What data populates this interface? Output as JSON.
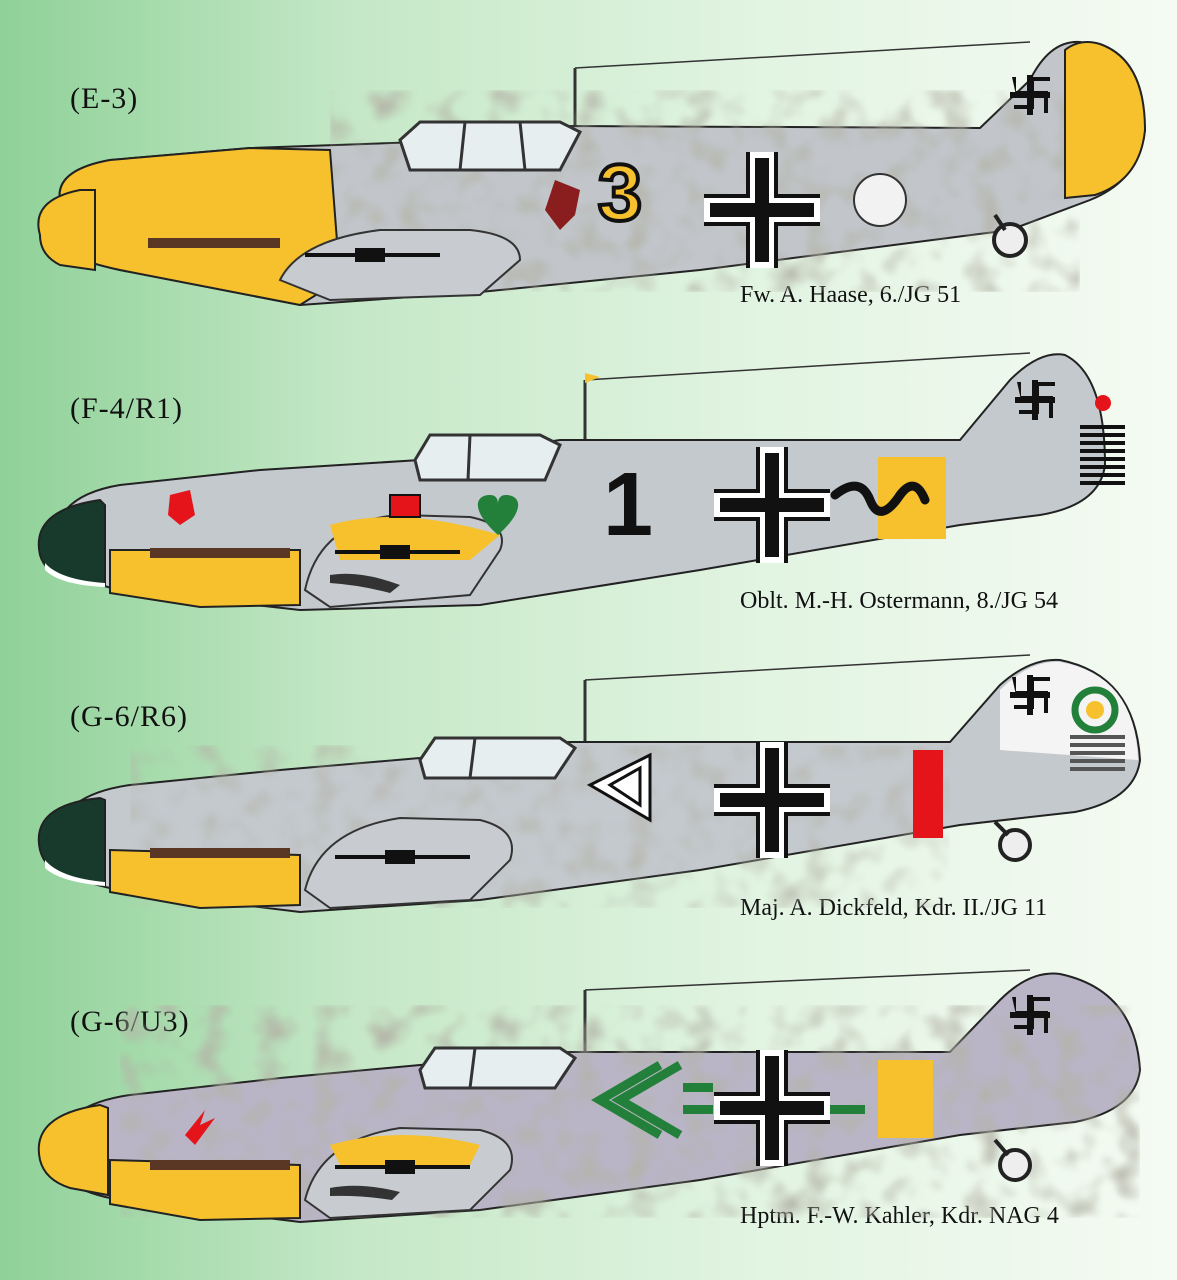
{
  "aircraft": [
    {
      "variant": "(E-3)",
      "pilot": "Fw. A. Haase, 6./JG 51",
      "number": "3"
    },
    {
      "variant": "(F-4/R1)",
      "pilot": "Oblt. M.-H. Ostermann, 8./JG 54",
      "number": "1"
    },
    {
      "variant": "(G-6/R6)",
      "pilot": "Maj. A. Dickfeld, Kdr. II./JG 11",
      "number": ""
    },
    {
      "variant": "(G-6/U3)",
      "pilot": "Hptm. F.-W. Kahler, Kdr. NAG 4",
      "number": ""
    }
  ],
  "colors": {
    "yellow": "#f6c12c",
    "grey": "#c4c9ce",
    "darkgrey": "#6e7270",
    "black": "#111111",
    "white": "#ffffff",
    "red": "#e4141a",
    "green": "#22803a",
    "darkgreen": "#173a2c",
    "mottle": "#7b7a5e"
  },
  "icons": [
    "balkenkreuz-icon",
    "swastika-icon",
    "heart-icon",
    "chevron-icon",
    "wreath-icon",
    "unit-emblem-icon"
  ]
}
